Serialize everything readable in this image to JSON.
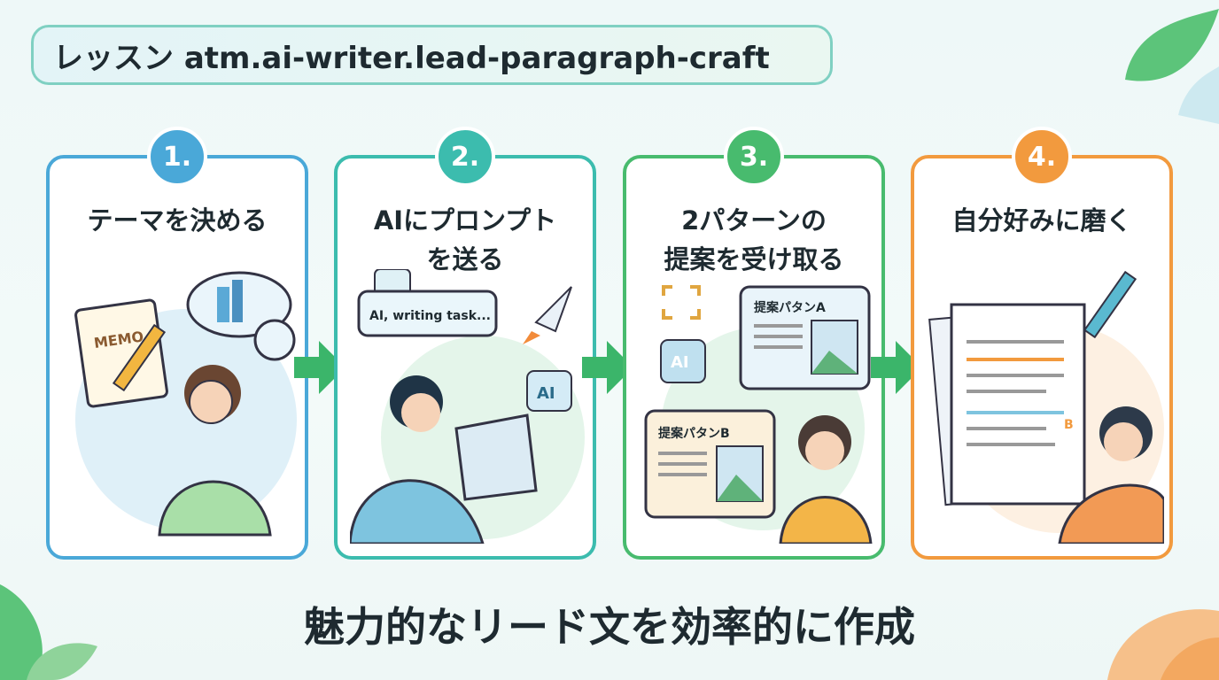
{
  "header": {
    "title": "レッスン atm.ai-writer.lead-paragraph-craft"
  },
  "steps": [
    {
      "number": "1.",
      "title": "テーマを決める",
      "memo_label": "MEMO",
      "color": "#4aa8d8"
    },
    {
      "number": "2.",
      "title_line1": "AIにプロンプト",
      "title_line2": "を送る",
      "prompt_text": "AI, writing task...",
      "ai_label": "AI",
      "color": "#3cbcae"
    },
    {
      "number": "3.",
      "title_line1": "2パターンの",
      "title_line2": "提案を受け取る",
      "ai_label": "AI",
      "pattern_a": "提案パタンA",
      "pattern_b": "提案パタンB",
      "color": "#48bb6e"
    },
    {
      "number": "4.",
      "title": "自分好みに磨く",
      "mark_label": "B",
      "color": "#f29a3e"
    }
  ],
  "footer": {
    "tagline": "魅力的なリード文を効率的に作成"
  },
  "colors": {
    "arrow": "#3bb56a",
    "text": "#1e2a30"
  }
}
